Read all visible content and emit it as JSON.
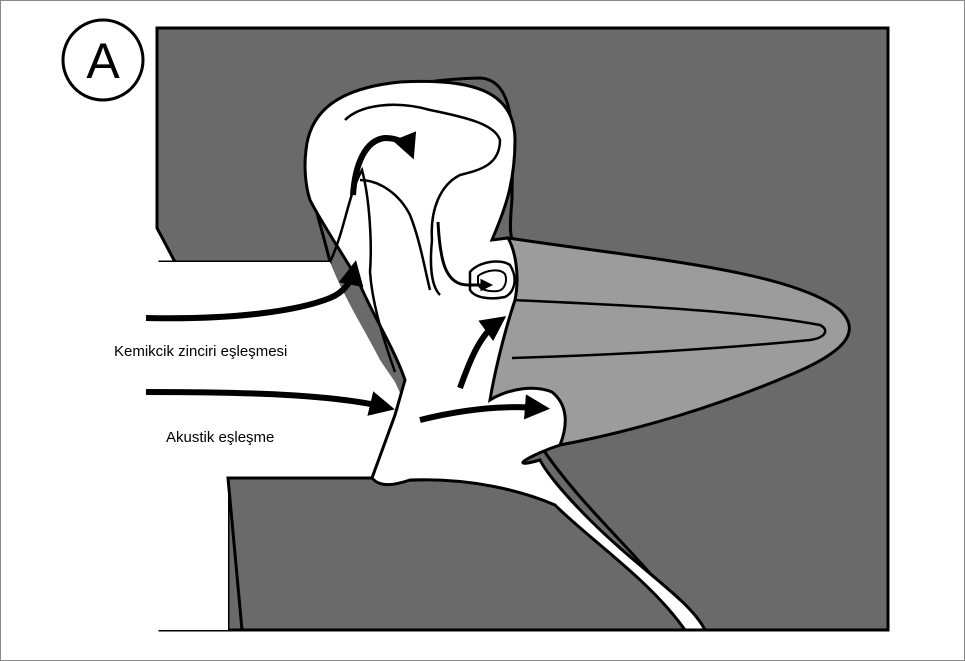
{
  "figure": {
    "panel_label": "A",
    "labels": {
      "ossicular_coupling": "Kemikcik zinciri eşleşmesi",
      "acoustic_coupling": "Akustik eşleşme"
    }
  },
  "colors": {
    "background": "#ffffff",
    "dark_tissue": "#6a6a6a",
    "light_tissue": "#9c9c9c",
    "outline": "#000000",
    "frame_border": "#8a8a8a"
  }
}
